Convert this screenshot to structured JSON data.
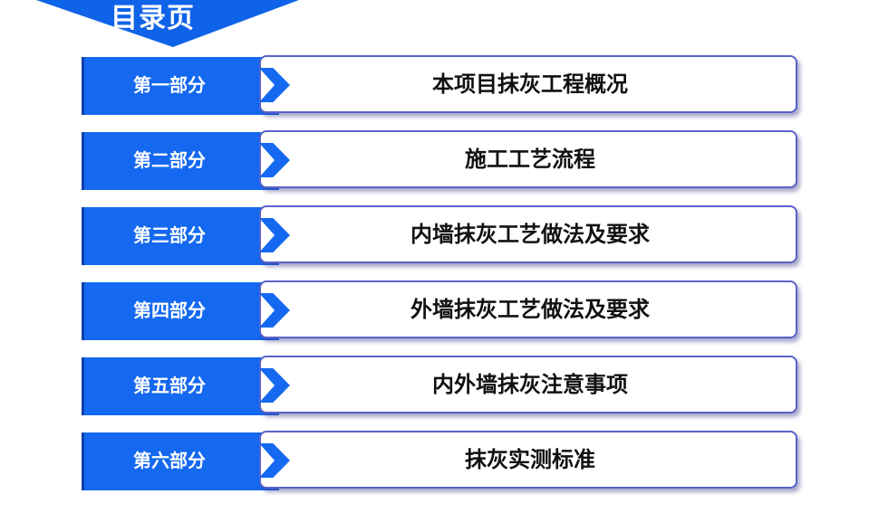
{
  "page_title": "目录页",
  "colors": {
    "accent": "#1469f0",
    "banner": "#0f63e8",
    "box_border": "#5a62c8",
    "text": "#111111"
  },
  "toc": [
    {
      "part": "第一部分",
      "title": "本项目抹灰工程概况"
    },
    {
      "part": "第二部分",
      "title": "施工工艺流程"
    },
    {
      "part": "第三部分",
      "title": "内墙抹灰工艺做法及要求"
    },
    {
      "part": "第四部分",
      "title": "外墙抹灰工艺做法及要求"
    },
    {
      "part": "第五部分",
      "title": "内外墙抹灰注意事项"
    },
    {
      "part": "第六部分",
      "title": "抹灰实测标准"
    }
  ]
}
